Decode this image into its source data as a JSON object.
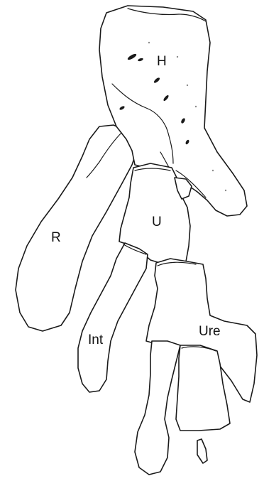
{
  "labels": {
    "humerus": "H",
    "ulna": "U",
    "radius": "R",
    "intermedium": "Int",
    "ulnare": "Ure"
  },
  "colors": {
    "outline": "#1a1a1a",
    "fill": "#ffffff",
    "stipple": "#8a8a8a"
  }
}
